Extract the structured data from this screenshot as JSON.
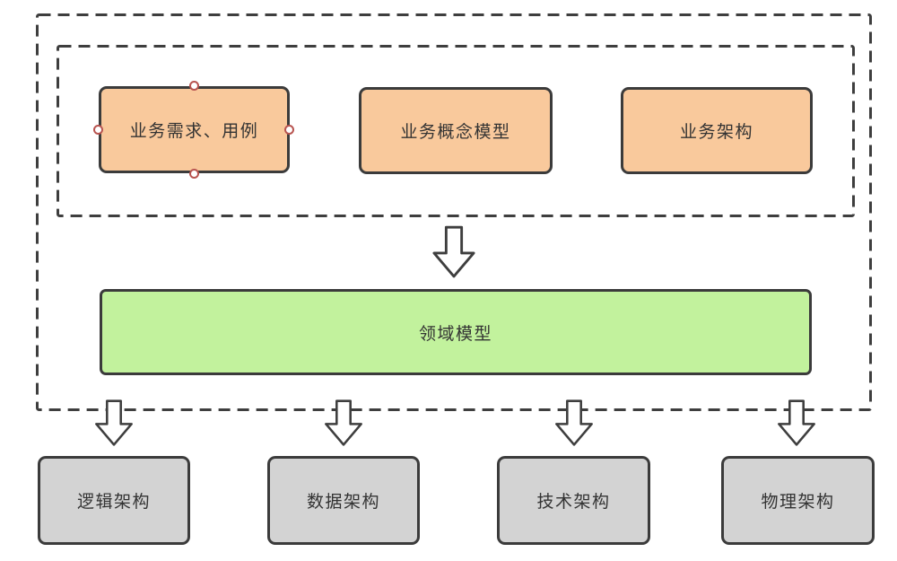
{
  "diagram": {
    "title": "architecture-derivation-flow",
    "outer_group": {
      "style": "dashed-rectangle"
    },
    "inner_group": {
      "style": "dashed-rectangle",
      "boxes": [
        {
          "label": "业务需求、用例",
          "fill": "#f9c99c",
          "selected": true
        },
        {
          "label": "业务概念模型",
          "fill": "#f9c99c",
          "selected": false
        },
        {
          "label": "业务架构",
          "fill": "#f9c99c",
          "selected": false
        }
      ]
    },
    "domain_box": {
      "label": "领域模型",
      "fill": "#c2f29d"
    },
    "bottom_boxes": [
      {
        "label": "逻辑架构",
        "fill": "#d3d3d3"
      },
      {
        "label": "数据架构",
        "fill": "#d3d3d3"
      },
      {
        "label": "技术架构",
        "fill": "#d3d3d3"
      },
      {
        "label": "物理架构",
        "fill": "#d3d3d3"
      }
    ],
    "arrows": {
      "count": 5,
      "direction": "down",
      "style": "hollow-block-arrow"
    },
    "colors": {
      "stroke": "#3b3b3b",
      "dash_stroke": "#3e3e3e",
      "orange_fill": "#f9c99c",
      "green_fill": "#c2f29d",
      "gray_fill": "#d3d3d3",
      "selection_handle_border": "#b85450",
      "background": "#ffffff"
    }
  }
}
